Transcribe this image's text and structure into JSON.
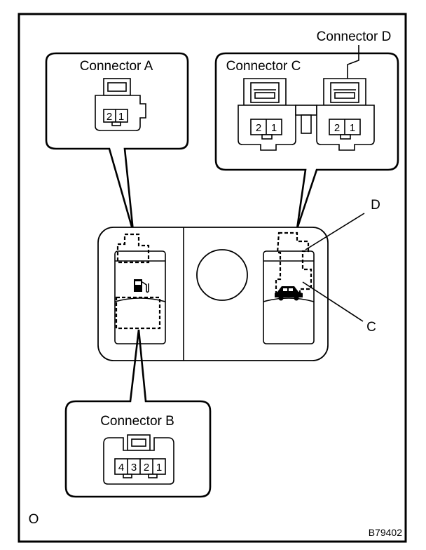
{
  "connector_a_label": "Connector A",
  "connector_b_label": "Connector B",
  "connector_c_label": "Connector C",
  "connector_d_label": "Connector D",
  "callout_d": "D",
  "callout_c": "C",
  "corner_mark": "O",
  "figure_code": "B79402",
  "pins_2": [
    "2",
    "1"
  ],
  "pins_4": [
    "4",
    "3",
    "2",
    "1"
  ]
}
